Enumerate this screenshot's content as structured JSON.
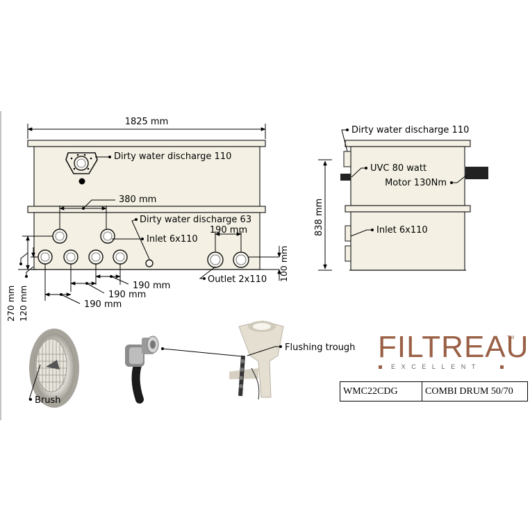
{
  "dimensions": {
    "width_total": "1825 mm",
    "spacing_inlet": "380 mm",
    "spacing_outlet": "190 mm",
    "spacing_a": "190 mm",
    "spacing_b": "190 mm",
    "spacing_c": "190 mm",
    "height_total": "838 mm",
    "height_outlet": "100 mm",
    "height_low": "120 mm",
    "height_high": "270 mm"
  },
  "labels": {
    "dirty_discharge_110_front": "Dirty water discharge 110",
    "dirty_discharge_63": "Dirty water discharge 63",
    "inlet_front": "Inlet 6x110",
    "outlet": "Outlet 2x110",
    "dirty_discharge_110_side": "Dirty water discharge 110",
    "uvc": "UVC 80 watt",
    "motor": "Motor 130Nm",
    "inlet_side": "Inlet 6x110",
    "brush": "Brush",
    "flushing_trough": "Flushing trough"
  },
  "brand": {
    "name": "FILTREAU",
    "trademark": "TM",
    "tagline": "EXCELLENT"
  },
  "product": {
    "code": "WMC22CDG",
    "model": "COMBI DRUM 50/70"
  },
  "colors": {
    "brand": "#9a6046",
    "housing": "#f4f1e4"
  }
}
